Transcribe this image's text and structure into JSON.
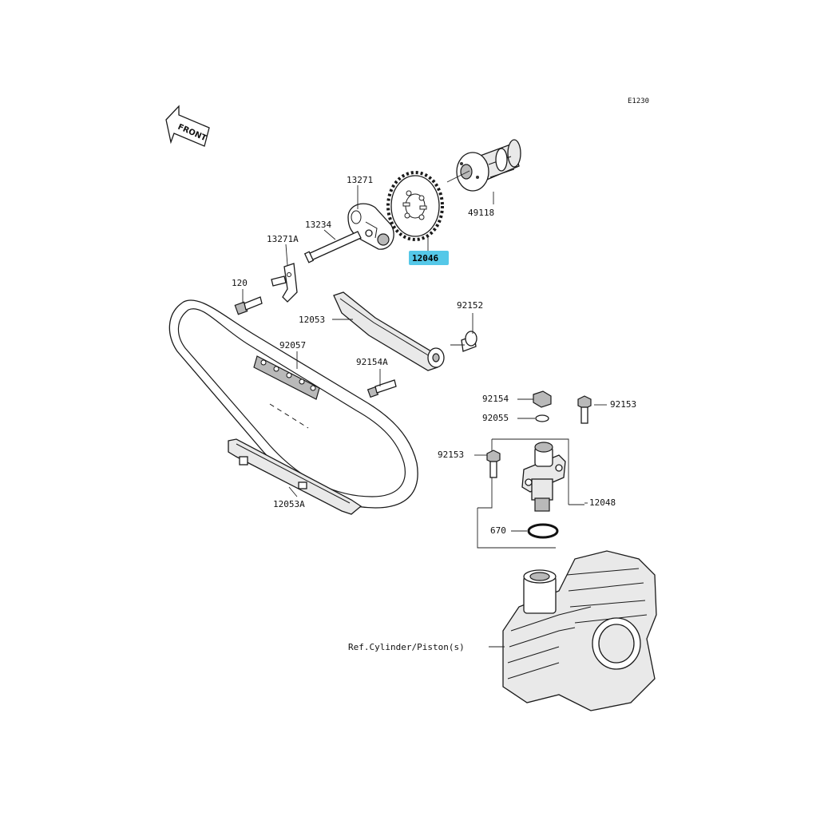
{
  "diagram": {
    "code": "E1230",
    "front_arrow_text": "FRONT",
    "highlight_color": "#55c8e8",
    "highlighted_part": "12046",
    "labels": {
      "p13271": "13271",
      "p13234": "13234",
      "p13271a": "13271A",
      "p120": "120",
      "p12046": "12046",
      "p49118": "49118",
      "p12053": "12053",
      "p92152": "92152",
      "p92057": "92057",
      "p92154a": "92154A",
      "p92154": "92154",
      "p92153a": "92153",
      "p92055": "92055",
      "p92153b": "92153",
      "p12048": "12048",
      "p670": "670",
      "p12053a": "12053A",
      "ref_cylinder": "Ref.Cylinder/Piston(s)"
    }
  }
}
